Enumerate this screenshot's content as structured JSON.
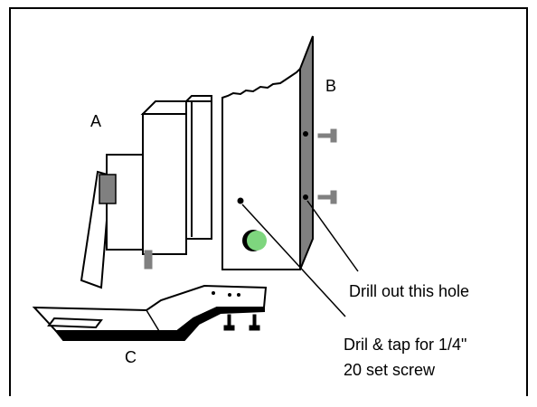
{
  "labels": {
    "a": "A",
    "b": "B",
    "c": "C",
    "drill_hole": "Drill out this hole",
    "tap_line1": "Dril & tap for 1/4\"",
    "tap_line2": "20 set screw"
  },
  "colors": {
    "stroke": "#000000",
    "plate_gray": "#808080",
    "knob_green": "#7ed67e",
    "screw_gray": "#808080",
    "background": "#ffffff"
  }
}
